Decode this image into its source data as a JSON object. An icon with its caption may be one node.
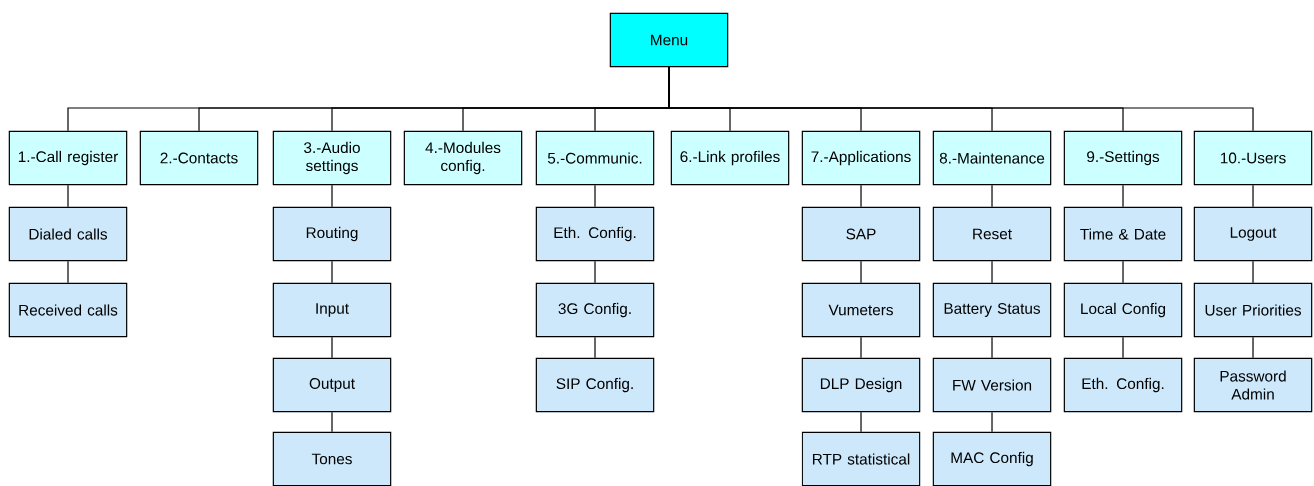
{
  "diagram": {
    "nodes": [
      {
        "text": [
          "Menu"
        ]
      },
      {
        "text": [
          "1.-Call register"
        ]
      },
      {
        "text": [
          "2.-Contacts"
        ]
      },
      {
        "text": [
          "3.-Audio settings"
        ]
      },
      {
        "text": [
          "4.-Modules config."
        ]
      },
      {
        "text": [
          "5.-Communic."
        ]
      },
      {
        "text": [
          "6.-Link profiles"
        ]
      },
      {
        "text": [
          "7.-Applications"
        ]
      },
      {
        "text": [
          "8.-Maintenance"
        ]
      },
      {
        "text": [
          "9.-Settings"
        ]
      },
      {
        "text": [
          "10.-Users"
        ]
      },
      {
        "text": [
          "Dialed calls"
        ]
      },
      {
        "text": [
          "Received calls"
        ]
      },
      {
        "text": [
          "Routing"
        ]
      },
      {
        "text": [
          "Input"
        ]
      },
      {
        "text": [
          "Output"
        ]
      },
      {
        "text": [
          "Tones"
        ]
      },
      {
        "text": [
          "Eth. Config."
        ]
      },
      {
        "text": [
          "3G Config."
        ]
      },
      {
        "text": [
          "SIP Config."
        ]
      },
      {
        "text": [
          "SAP"
        ]
      },
      {
        "text": [
          "Vumeters"
        ]
      },
      {
        "text": [
          "DLP Design"
        ]
      },
      {
        "text": [
          "RTP statistical"
        ]
      },
      {
        "text": [
          "Reset"
        ]
      },
      {
        "text": [
          "Battery Status"
        ]
      },
      {
        "text": [
          "FW Version"
        ]
      },
      {
        "text": [
          "MAC Config"
        ]
      },
      {
        "text": [
          "Time & Date"
        ]
      },
      {
        "text": [
          "Local Config"
        ]
      },
      {
        "text": [
          "Eth. Config."
        ]
      },
      {
        "text": [
          "Logout"
        ]
      },
      {
        "text": [
          "User Priorities"
        ]
      },
      {
        "text": [
          "Password Admin"
        ]
      }
    ],
    "edges": [
      {
        "from": 0,
        "to": 1,
        "arrow": "none"
      },
      {
        "from": 0,
        "to": 2,
        "arrow": "none"
      },
      {
        "from": 0,
        "to": 3,
        "arrow": "none"
      },
      {
        "from": 0,
        "to": 4,
        "arrow": "none"
      },
      {
        "from": 0,
        "to": 5,
        "arrow": "none"
      },
      {
        "from": 0,
        "to": 6,
        "arrow": "none"
      },
      {
        "from": 0,
        "to": 7,
        "arrow": "none"
      },
      {
        "from": 0,
        "to": 8,
        "arrow": "none"
      },
      {
        "from": 0,
        "to": 9,
        "arrow": "none"
      },
      {
        "from": 0,
        "to": 10,
        "arrow": "none"
      },
      {
        "from": 1,
        "to": 11,
        "arrow": "none"
      },
      {
        "from": 11,
        "to": 12,
        "arrow": "none"
      },
      {
        "from": 3,
        "to": 13,
        "arrow": "none"
      },
      {
        "from": 13,
        "to": 14,
        "arrow": "none"
      },
      {
        "from": 14,
        "to": 15,
        "arrow": "none"
      },
      {
        "from": 15,
        "to": 16,
        "arrow": "none"
      },
      {
        "from": 5,
        "to": 17,
        "arrow": "none"
      },
      {
        "from": 17,
        "to": 18,
        "arrow": "none"
      },
      {
        "from": 18,
        "to": 19,
        "arrow": "none"
      },
      {
        "from": 7,
        "to": 20,
        "arrow": "none"
      },
      {
        "from": 20,
        "to": 21,
        "arrow": "none"
      },
      {
        "from": 21,
        "to": 22,
        "arrow": "none"
      },
      {
        "from": 22,
        "to": 23,
        "arrow": "none"
      },
      {
        "from": 8,
        "to": 24,
        "arrow": "none"
      },
      {
        "from": 24,
        "to": 25,
        "arrow": "none"
      },
      {
        "from": 25,
        "to": 26,
        "arrow": "none"
      },
      {
        "from": 26,
        "to": 27,
        "arrow": "none"
      },
      {
        "from": 9,
        "to": 28,
        "arrow": "none"
      },
      {
        "from": 28,
        "to": 29,
        "arrow": "none"
      },
      {
        "from": 29,
        "to": 30,
        "arrow": "none"
      },
      {
        "from": 10,
        "to": 31,
        "arrow": "none"
      },
      {
        "from": 31,
        "to": 32,
        "arrow": "none"
      },
      {
        "from": 32,
        "to": 33,
        "arrow": "none"
      }
    ]
  }
}
